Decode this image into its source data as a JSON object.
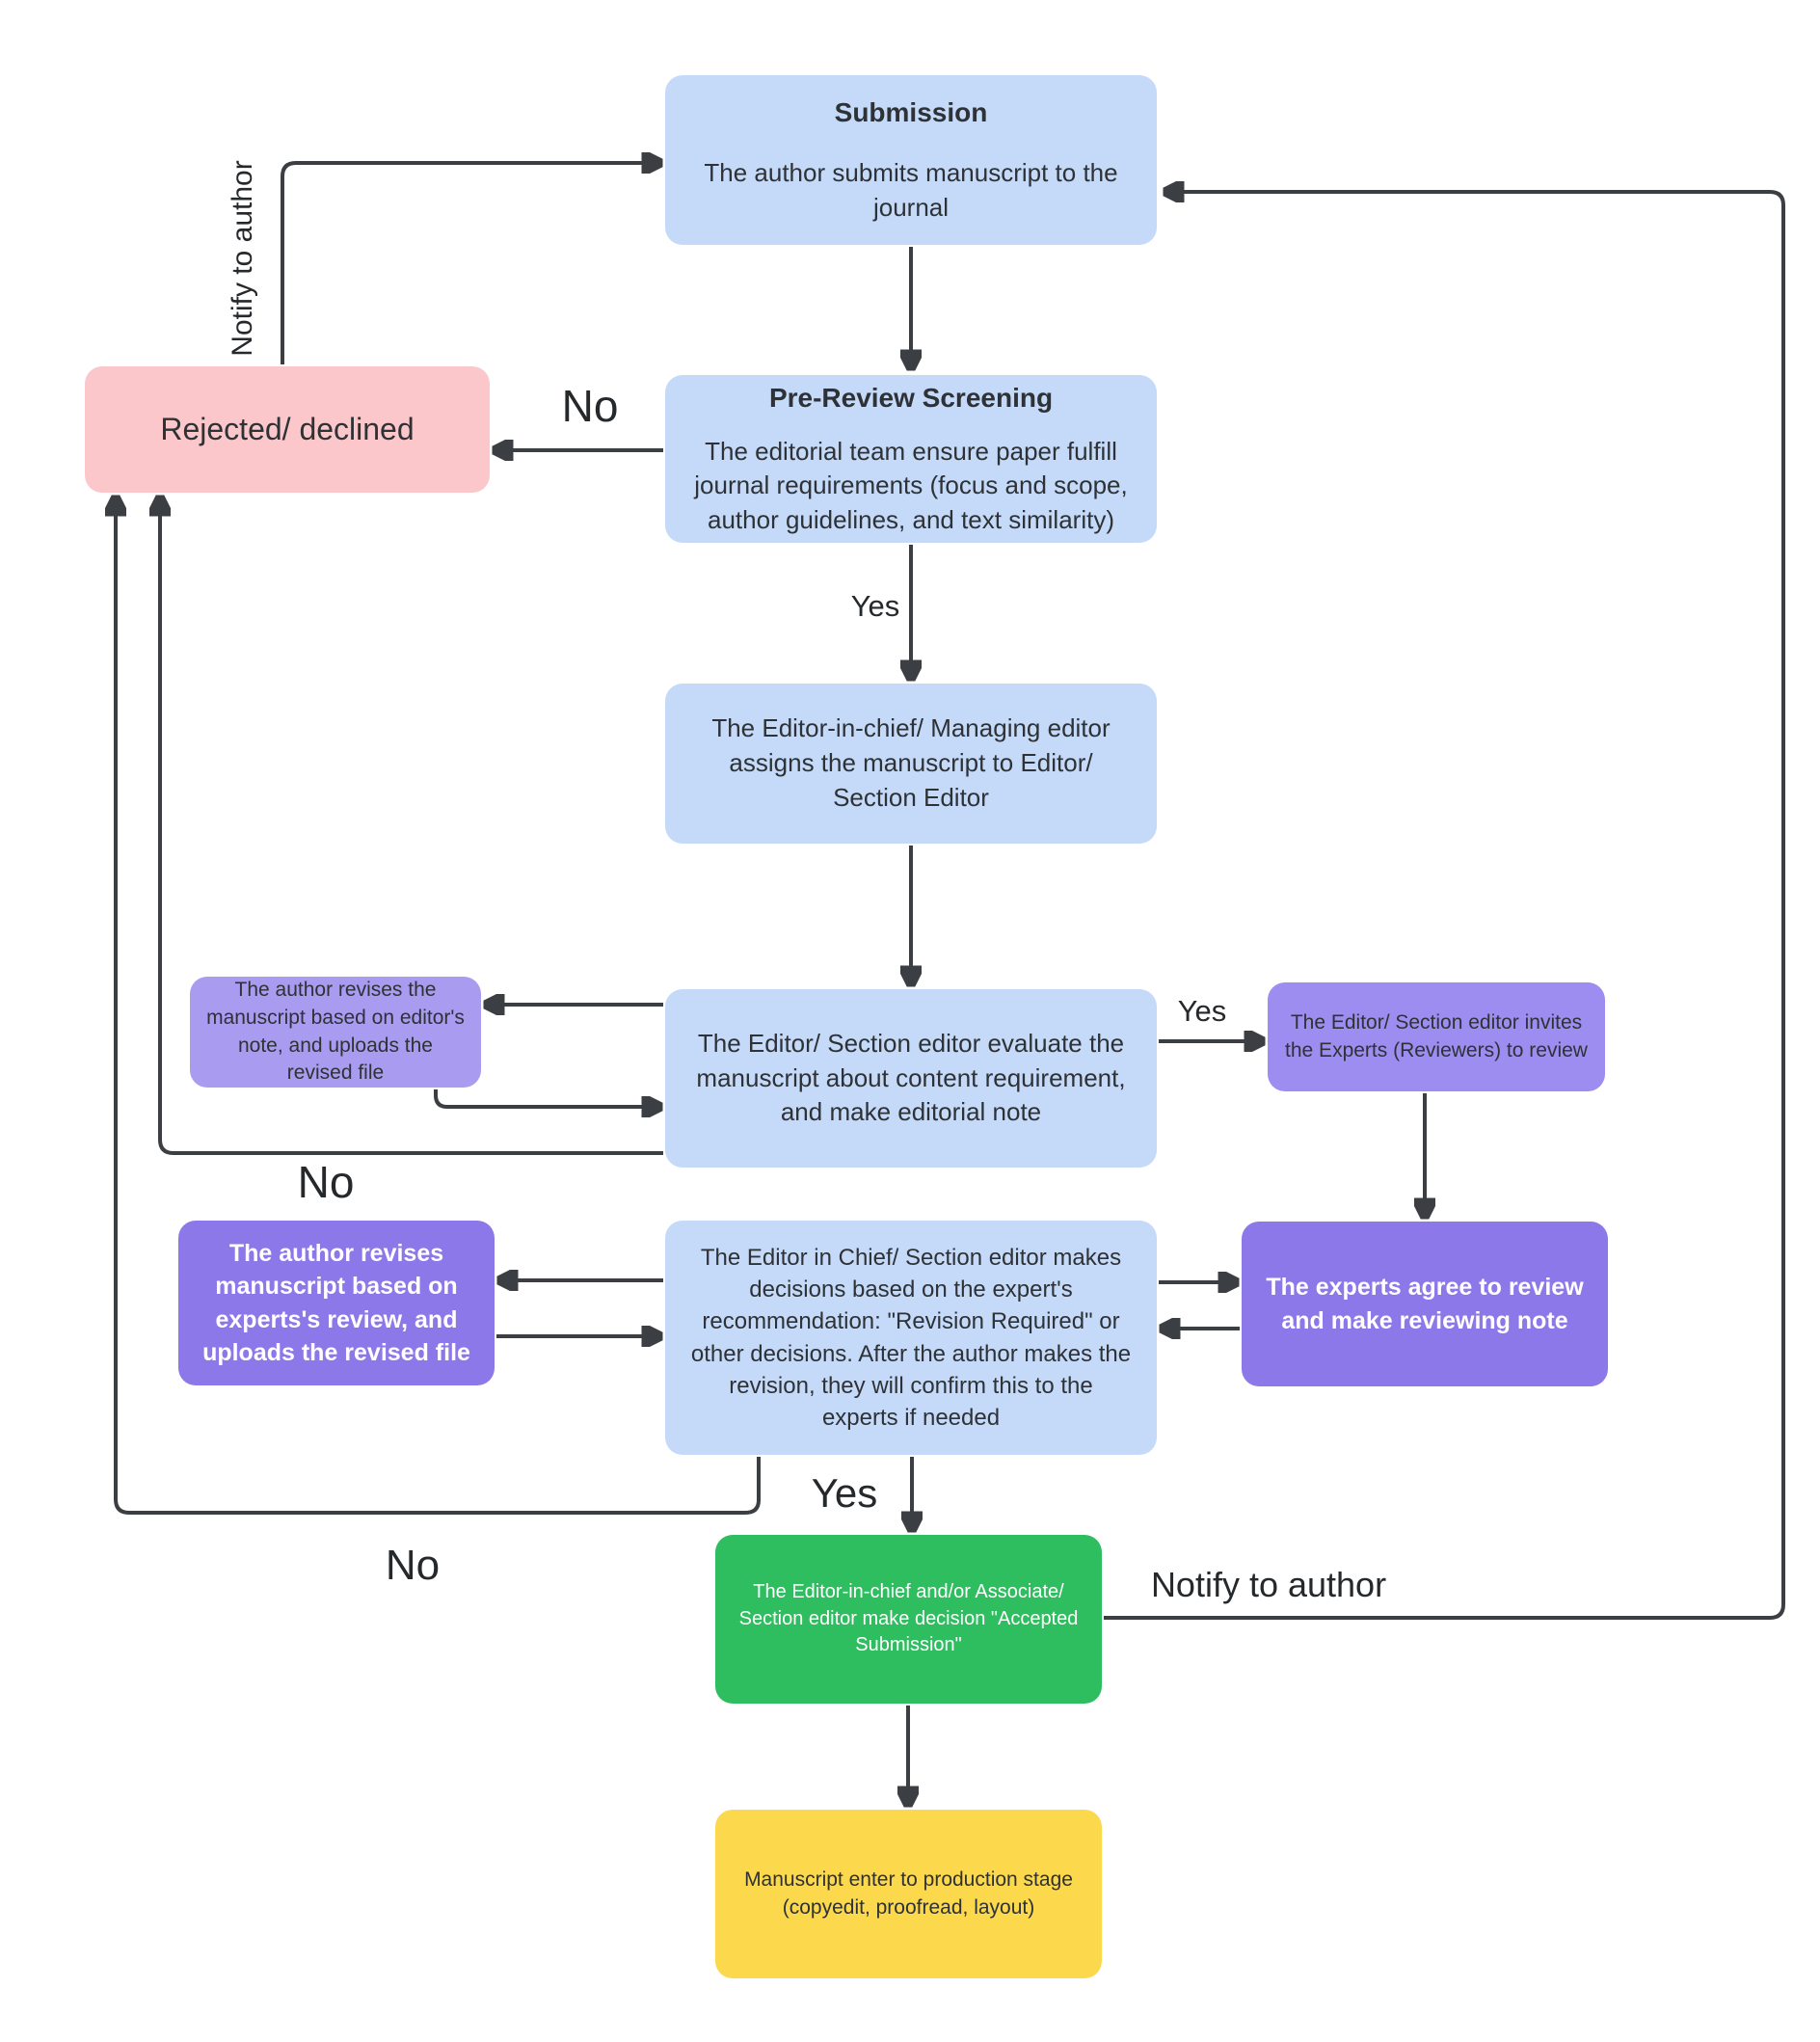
{
  "nodes": {
    "submission": {
      "title": "Submission",
      "body": "The author submits manuscript to the journal"
    },
    "pre_review": {
      "title": "Pre-Review Screening",
      "body": "The editorial team ensure paper fulfill journal requirements (focus and scope, author guidelines, and text similarity)"
    },
    "rejected": {
      "body": "Rejected/ declined"
    },
    "assign": {
      "body": "The Editor-in-chief/ Managing editor assigns the manuscript to Editor/ Section Editor"
    },
    "evaluate": {
      "body": "The Editor/ Section editor evaluate the manuscript about content requirement, and make editorial note"
    },
    "revise_editor": {
      "body": "The author revises the manuscript based on editor's note, and uploads the revised file"
    },
    "invite": {
      "body": "The Editor/ Section editor invites the Experts (Reviewers) to review"
    },
    "experts_agree": {
      "body": "The experts agree to review and make reviewing note"
    },
    "decision": {
      "body": "The Editor in Chief/ Section editor makes decisions based on the expert's recommendation: \"Revision Required\" or other decisions. After the author makes the revision, they will confirm this to the experts if needed"
    },
    "revise_experts": {
      "body": "The author revises manuscript based on experts's review, and uploads the revised file"
    },
    "accepted": {
      "body": "The Editor-in-chief and/or Associate/ Section editor make decision \"Accepted Submission\""
    },
    "production": {
      "body": "Manuscript enter to production stage (copyedit, proofread, layout)"
    }
  },
  "labels": {
    "no_prereview": "No",
    "notify_rejected": "Notify to author",
    "yes_prereview": "Yes",
    "yes_evaluate": "Yes",
    "no_evaluate": "No",
    "no_decision": "No",
    "yes_decision": "Yes",
    "notify_accepted": "Notify to author"
  },
  "colors": {
    "process_blue": "#c5daf8",
    "rejected_pink": "#fbc7ca",
    "revise_note_purple": "#a89bf0",
    "invite_purple": "#9d8df0",
    "deep_purple": "#8c78e9",
    "accepted_green": "#2ebd5f",
    "production_yellow": "#fcd84d",
    "connector_dark": "#3b3e42"
  }
}
